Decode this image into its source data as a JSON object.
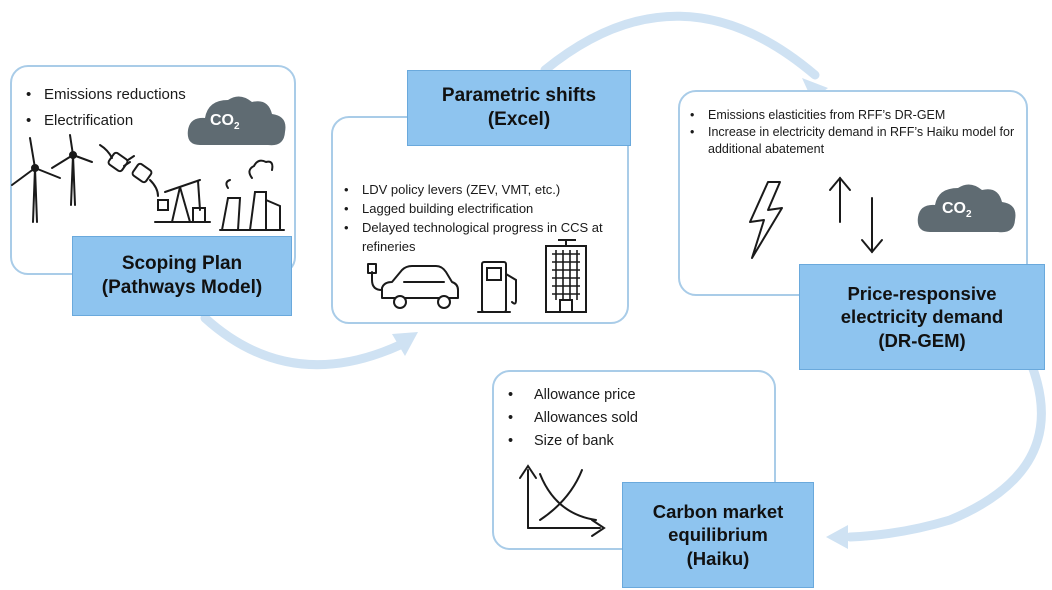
{
  "colors": {
    "arrow": "#cfe2f3",
    "box": "#8ec4ef",
    "border": "#a9cce8",
    "ink": "#1a1a1a"
  },
  "scoping": {
    "bullets": [
      "Emissions reductions",
      "Electrification"
    ],
    "title_line1": "Scoping Plan",
    "title_line2": "(Pathways Model)",
    "icons": [
      "wind-turbine",
      "plug",
      "oil-pump",
      "factory",
      "co2-cloud"
    ]
  },
  "co2": {
    "main": "CO",
    "sub": "2"
  },
  "parametric": {
    "title_line1": "Parametric shifts",
    "title_line2": "(Excel)",
    "bullets": [
      "LDV policy levers (ZEV, VMT, etc.)",
      "Lagged building electrification",
      "Delayed technological progress in CCS at refineries"
    ],
    "icons": [
      "electric-car",
      "fuel-pump",
      "building"
    ]
  },
  "price_responsive": {
    "bullets": [
      "Emissions elasticities from RFF’s DR-GEM",
      "Increase in electricity demand in RFF’s Haiku model for additional abatement"
    ],
    "title_line1": "Price-responsive",
    "title_line2": "electricity demand",
    "title_line3": "(DR-GEM)",
    "icons": [
      "lightning",
      "up-down-arrows",
      "co2-cloud"
    ]
  },
  "carbon_market": {
    "bullets": [
      "Allowance price",
      "Allowances sold",
      "Size of bank"
    ],
    "title_line1": "Carbon market",
    "title_line2": "equilibrium",
    "title_line3": "(Haiku)",
    "icons": [
      "supply-demand-graph"
    ]
  }
}
